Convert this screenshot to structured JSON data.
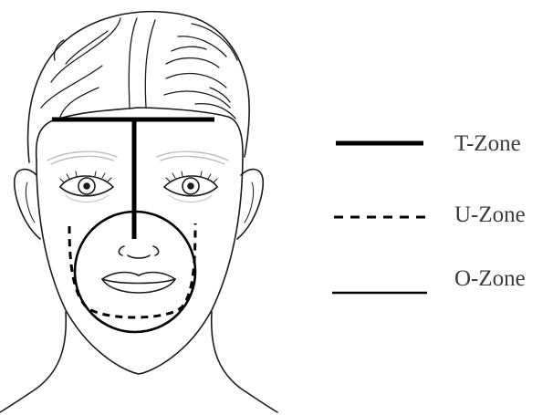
{
  "legend": [
    {
      "label": "T-Zone",
      "style": "thick-solid"
    },
    {
      "label": "U-Zone",
      "style": "dashed"
    },
    {
      "label": "O-Zone",
      "style": "solid"
    }
  ],
  "colors": {
    "line": "#000000",
    "outline": "#1a1a1a",
    "brow": "#bdbdbd",
    "label": "#3a3a3a",
    "background": "#ffffff"
  },
  "illustration": {
    "subject": "face-line-drawing",
    "zones_marked": [
      "T-Zone",
      "U-Zone",
      "O-Zone"
    ]
  }
}
